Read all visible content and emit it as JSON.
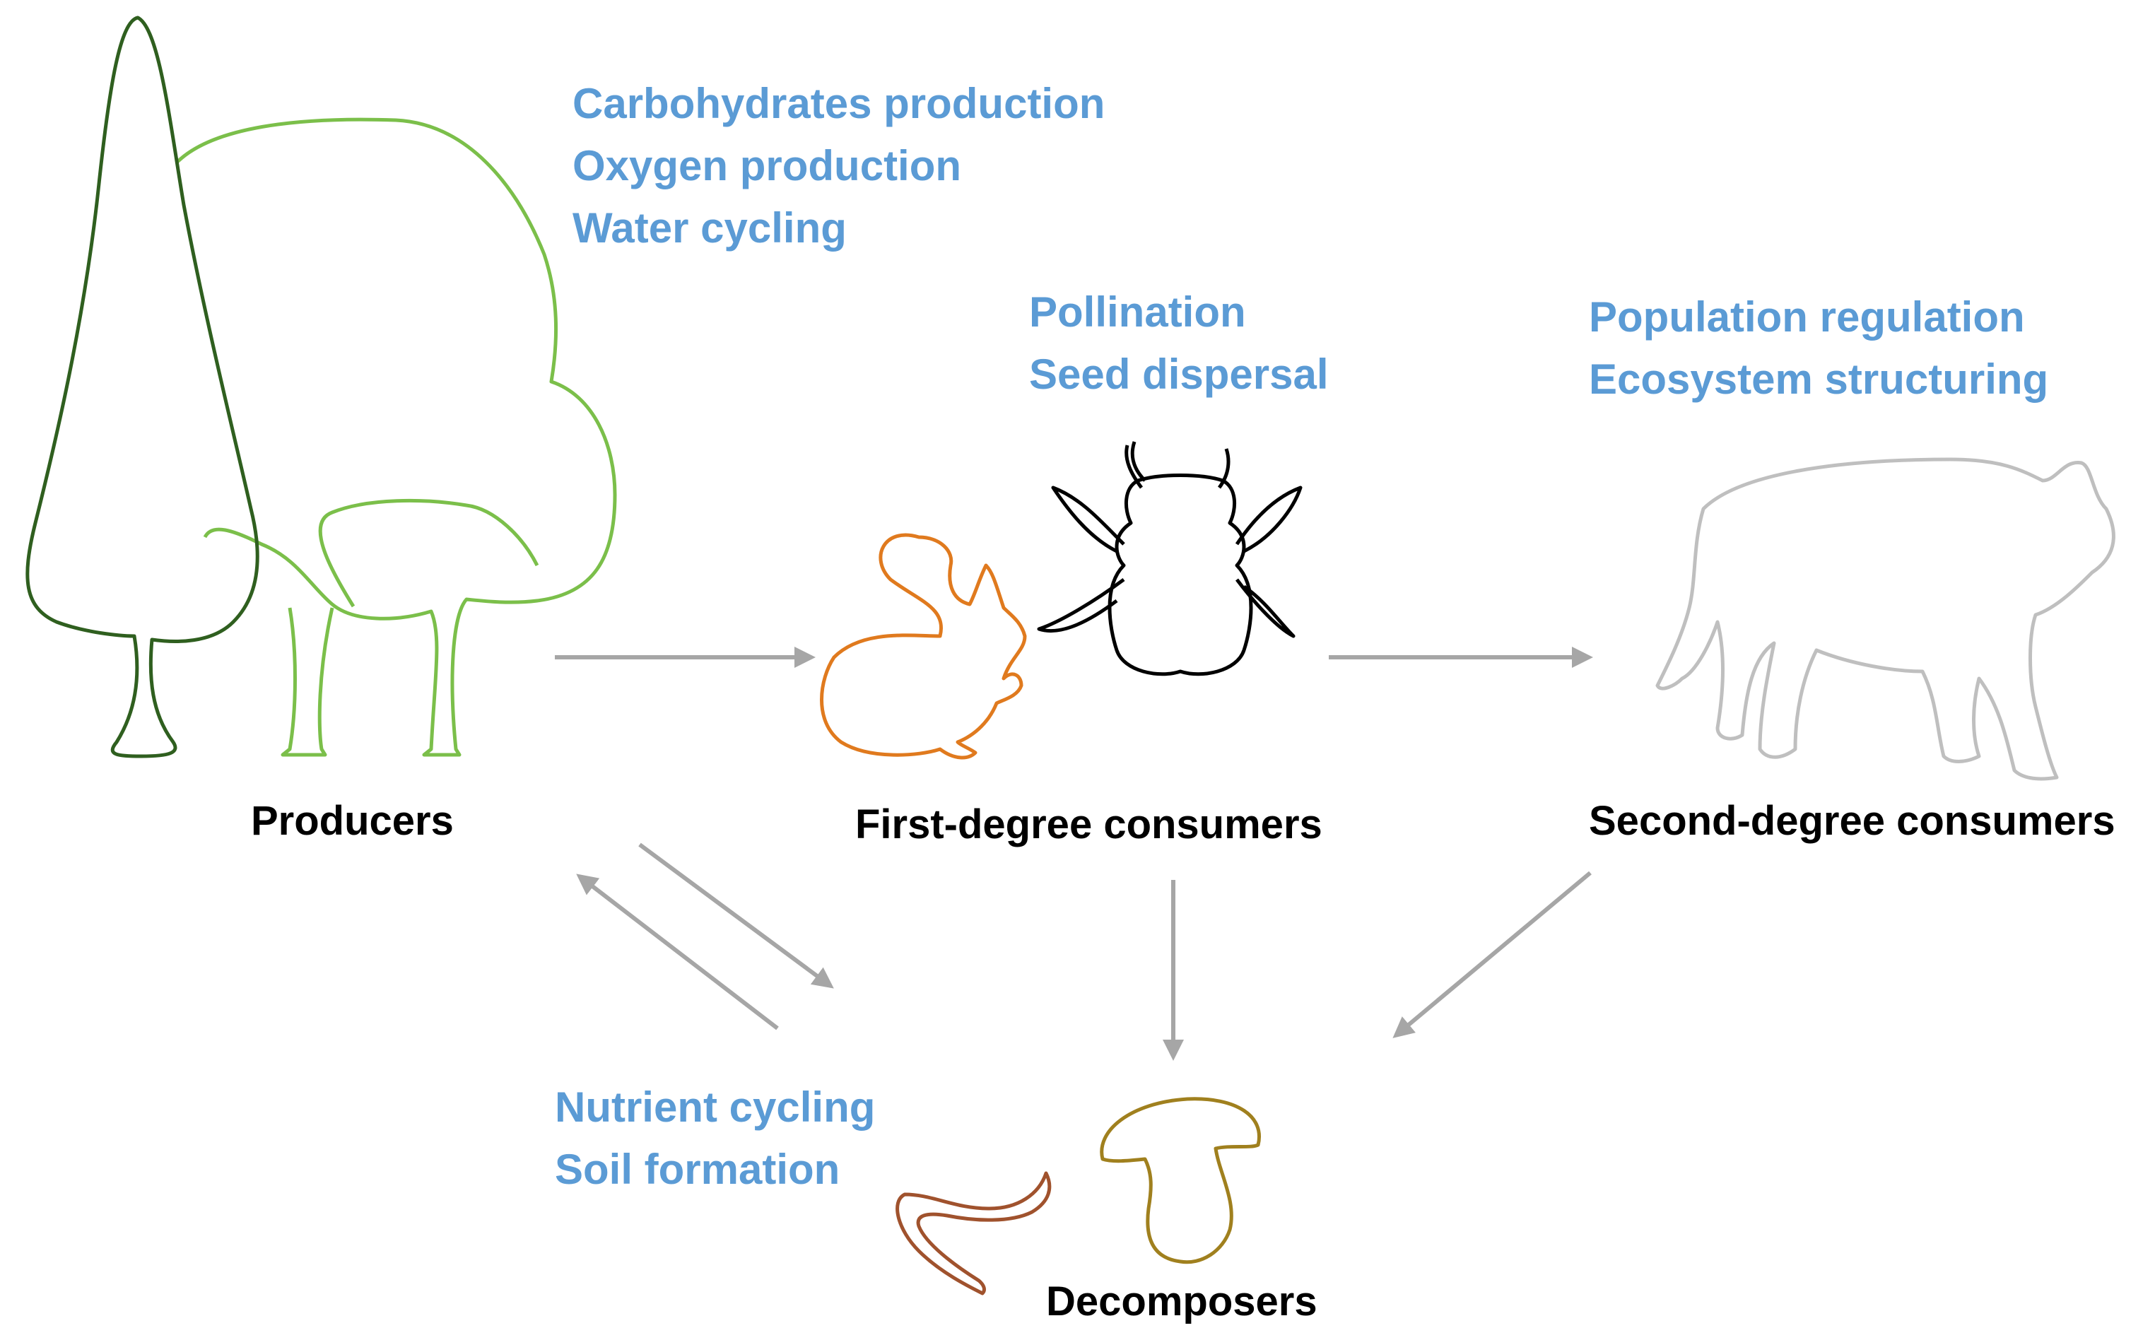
{
  "nodes": {
    "producers": {
      "label": "Producers",
      "services": [
        "Carbohydrates production",
        "Oxygen production",
        "Water cycling"
      ]
    },
    "first_degree": {
      "label": "First-degree consumers",
      "services": [
        "Pollination",
        "Seed dispersal"
      ]
    },
    "second_degree": {
      "label": "Second-degree consumers",
      "services": [
        "Population regulation",
        "Ecosystem structuring"
      ]
    },
    "decomposers": {
      "label": "Decomposers",
      "services": [
        "Nutrient cycling",
        "Soil formation"
      ]
    }
  },
  "colors": {
    "service_text": "#5b9bd5",
    "label_text": "#000000",
    "arrow": "#a6a6a6",
    "tree_dark": "#2f5f1f",
    "tree_light": "#7bbf4a",
    "squirrel": "#e07a1e",
    "insect": "#000000",
    "wolf": "#bfbfbf",
    "worm": "#a0522d",
    "mushroom": "#a0801e"
  },
  "icons": [
    "tree-icon",
    "squirrel-icon",
    "insect-icon",
    "wolf-icon",
    "worm-icon",
    "mushroom-icon"
  ]
}
